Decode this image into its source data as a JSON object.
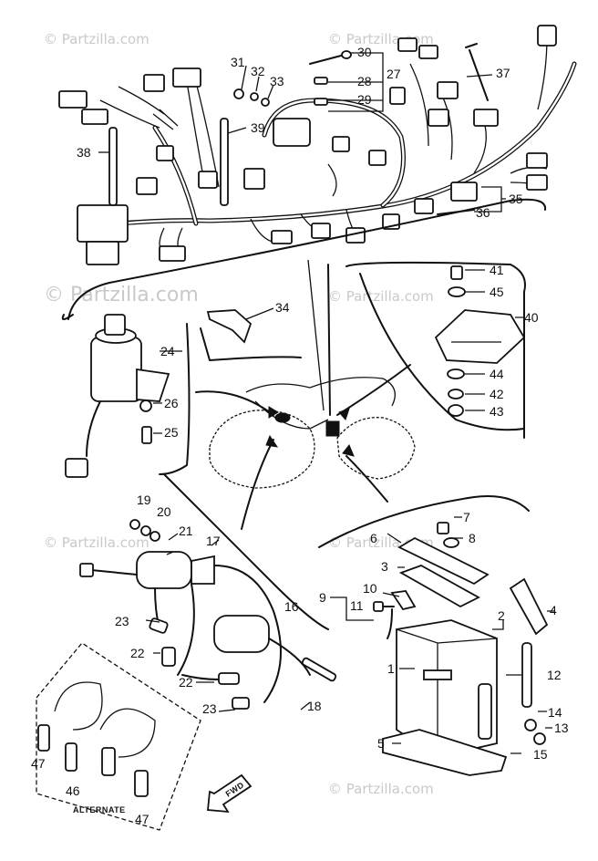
{
  "watermarks": [
    "© Partzilla.com",
    "© Partzilla.com",
    "© Partzilla.com",
    "© Partzilla.com",
    "© Partzilla.com",
    "© Partzilla.com",
    "© Partzilla.com"
  ],
  "callouts": {
    "p1": "1",
    "p2": "2",
    "p3": "3",
    "p4": "4",
    "p5": "5",
    "p6": "6",
    "p7": "7",
    "p8": "8",
    "p9": "9",
    "p10": "10",
    "p11": "11",
    "p12": "12",
    "p13": "13",
    "p14": "14",
    "p15": "15",
    "p16": "16",
    "p17": "17",
    "p18": "18",
    "p19": "19",
    "p20": "20",
    "p21": "21",
    "p22a": "22",
    "p22b": "22",
    "p23a": "23",
    "p23b": "23",
    "p24": "24",
    "p25": "25",
    "p26": "26",
    "p27": "27",
    "p28": "28",
    "p29": "29",
    "p30": "30",
    "p31": "31",
    "p32": "32",
    "p33": "33",
    "p34": "34",
    "p35": "35",
    "p36": "36",
    "p37": "37",
    "p38": "38",
    "p39": "39",
    "p40": "40",
    "p41": "41",
    "p42": "42",
    "p43": "43",
    "p44": "44",
    "p45": "45",
    "p46": "46",
    "p47a": "47",
    "p47b": "47"
  },
  "alternate_label": "ALTERNATE",
  "fwd_label": "FWD"
}
